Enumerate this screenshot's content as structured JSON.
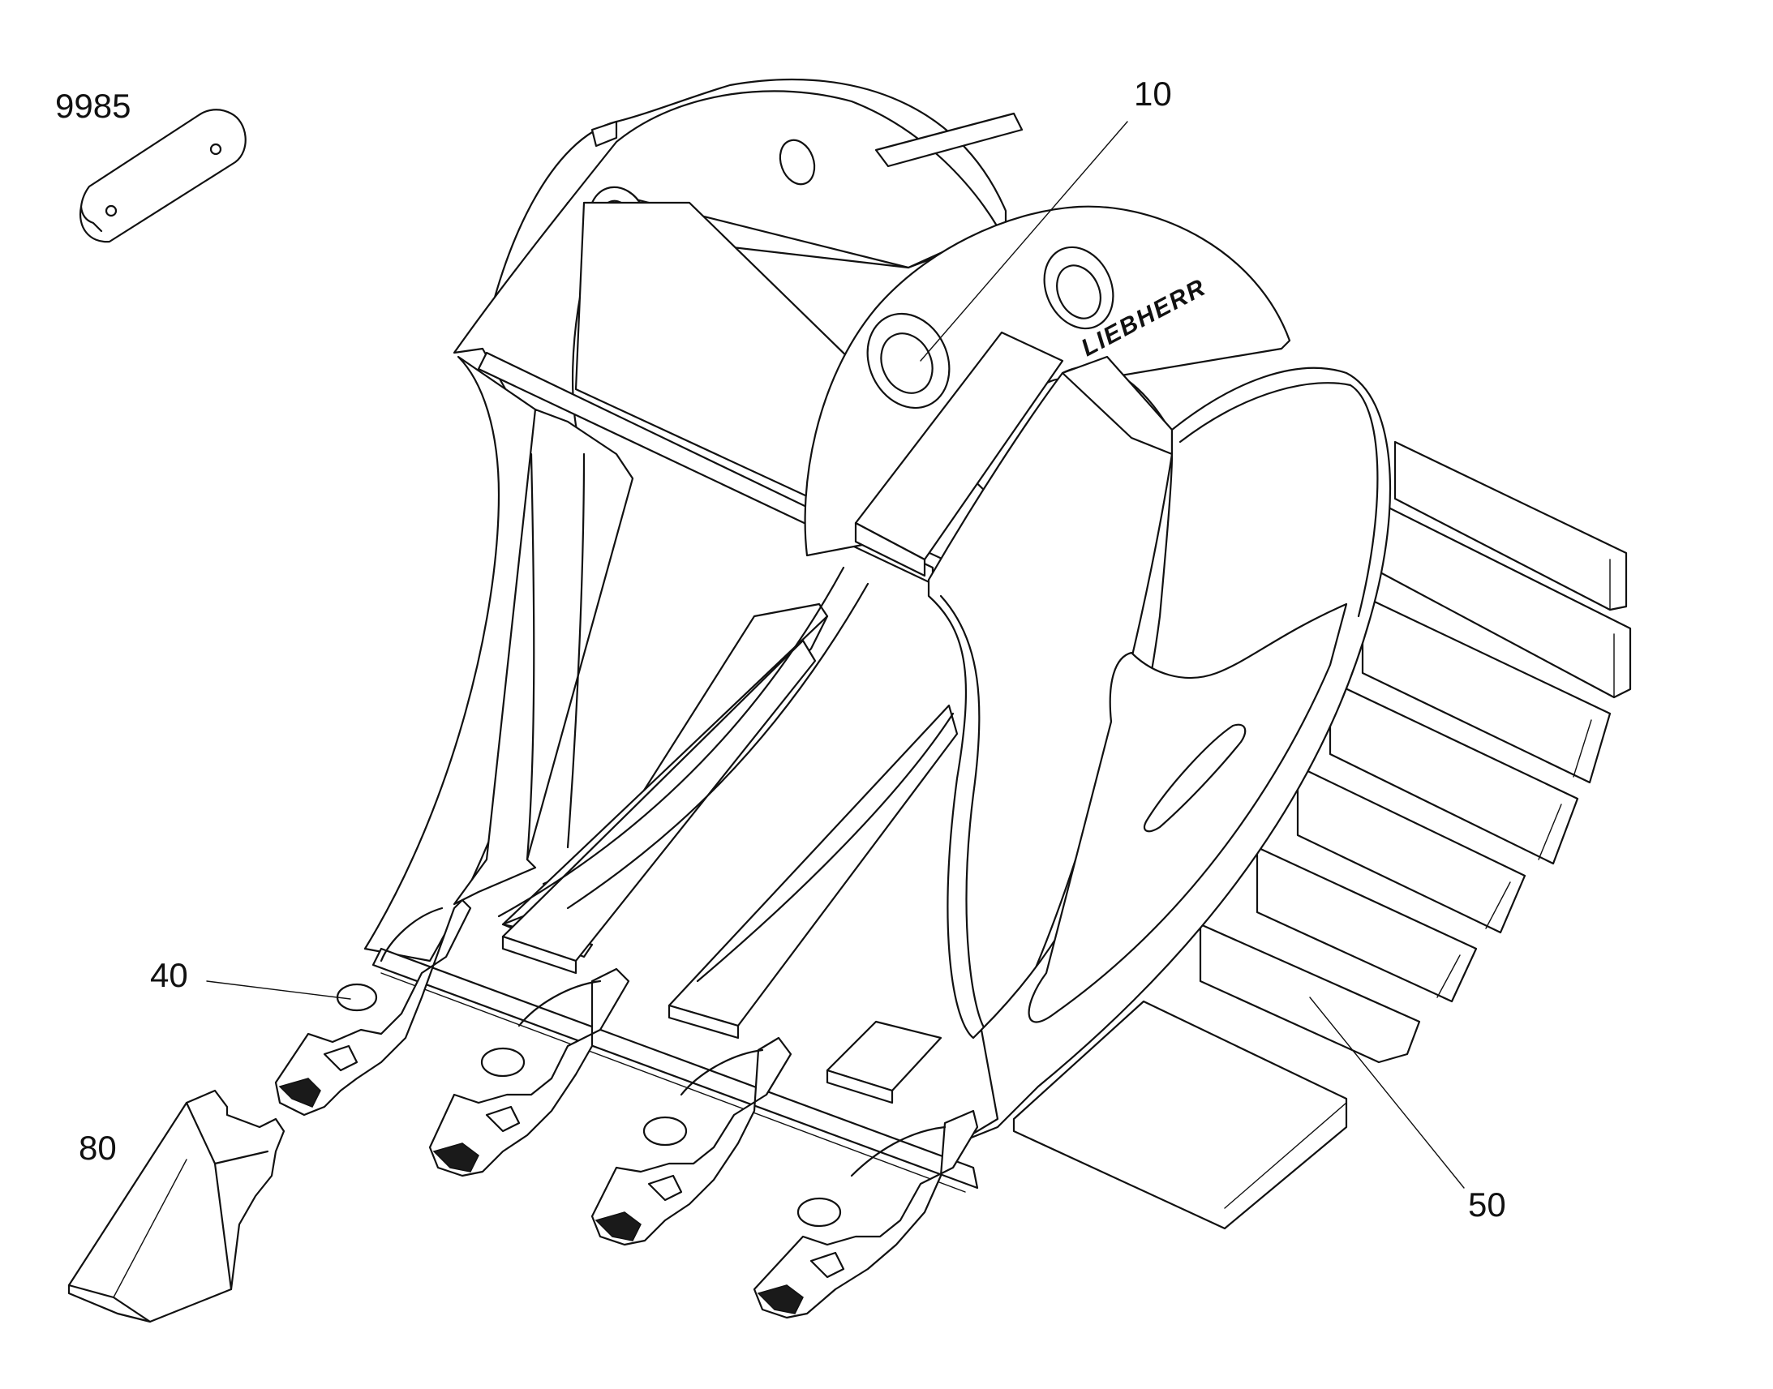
{
  "callouts": {
    "c9985": "9985",
    "c10": "10",
    "c40": "40",
    "c80": "80",
    "c50": "50"
  },
  "brand_text": "LIEBHERR"
}
